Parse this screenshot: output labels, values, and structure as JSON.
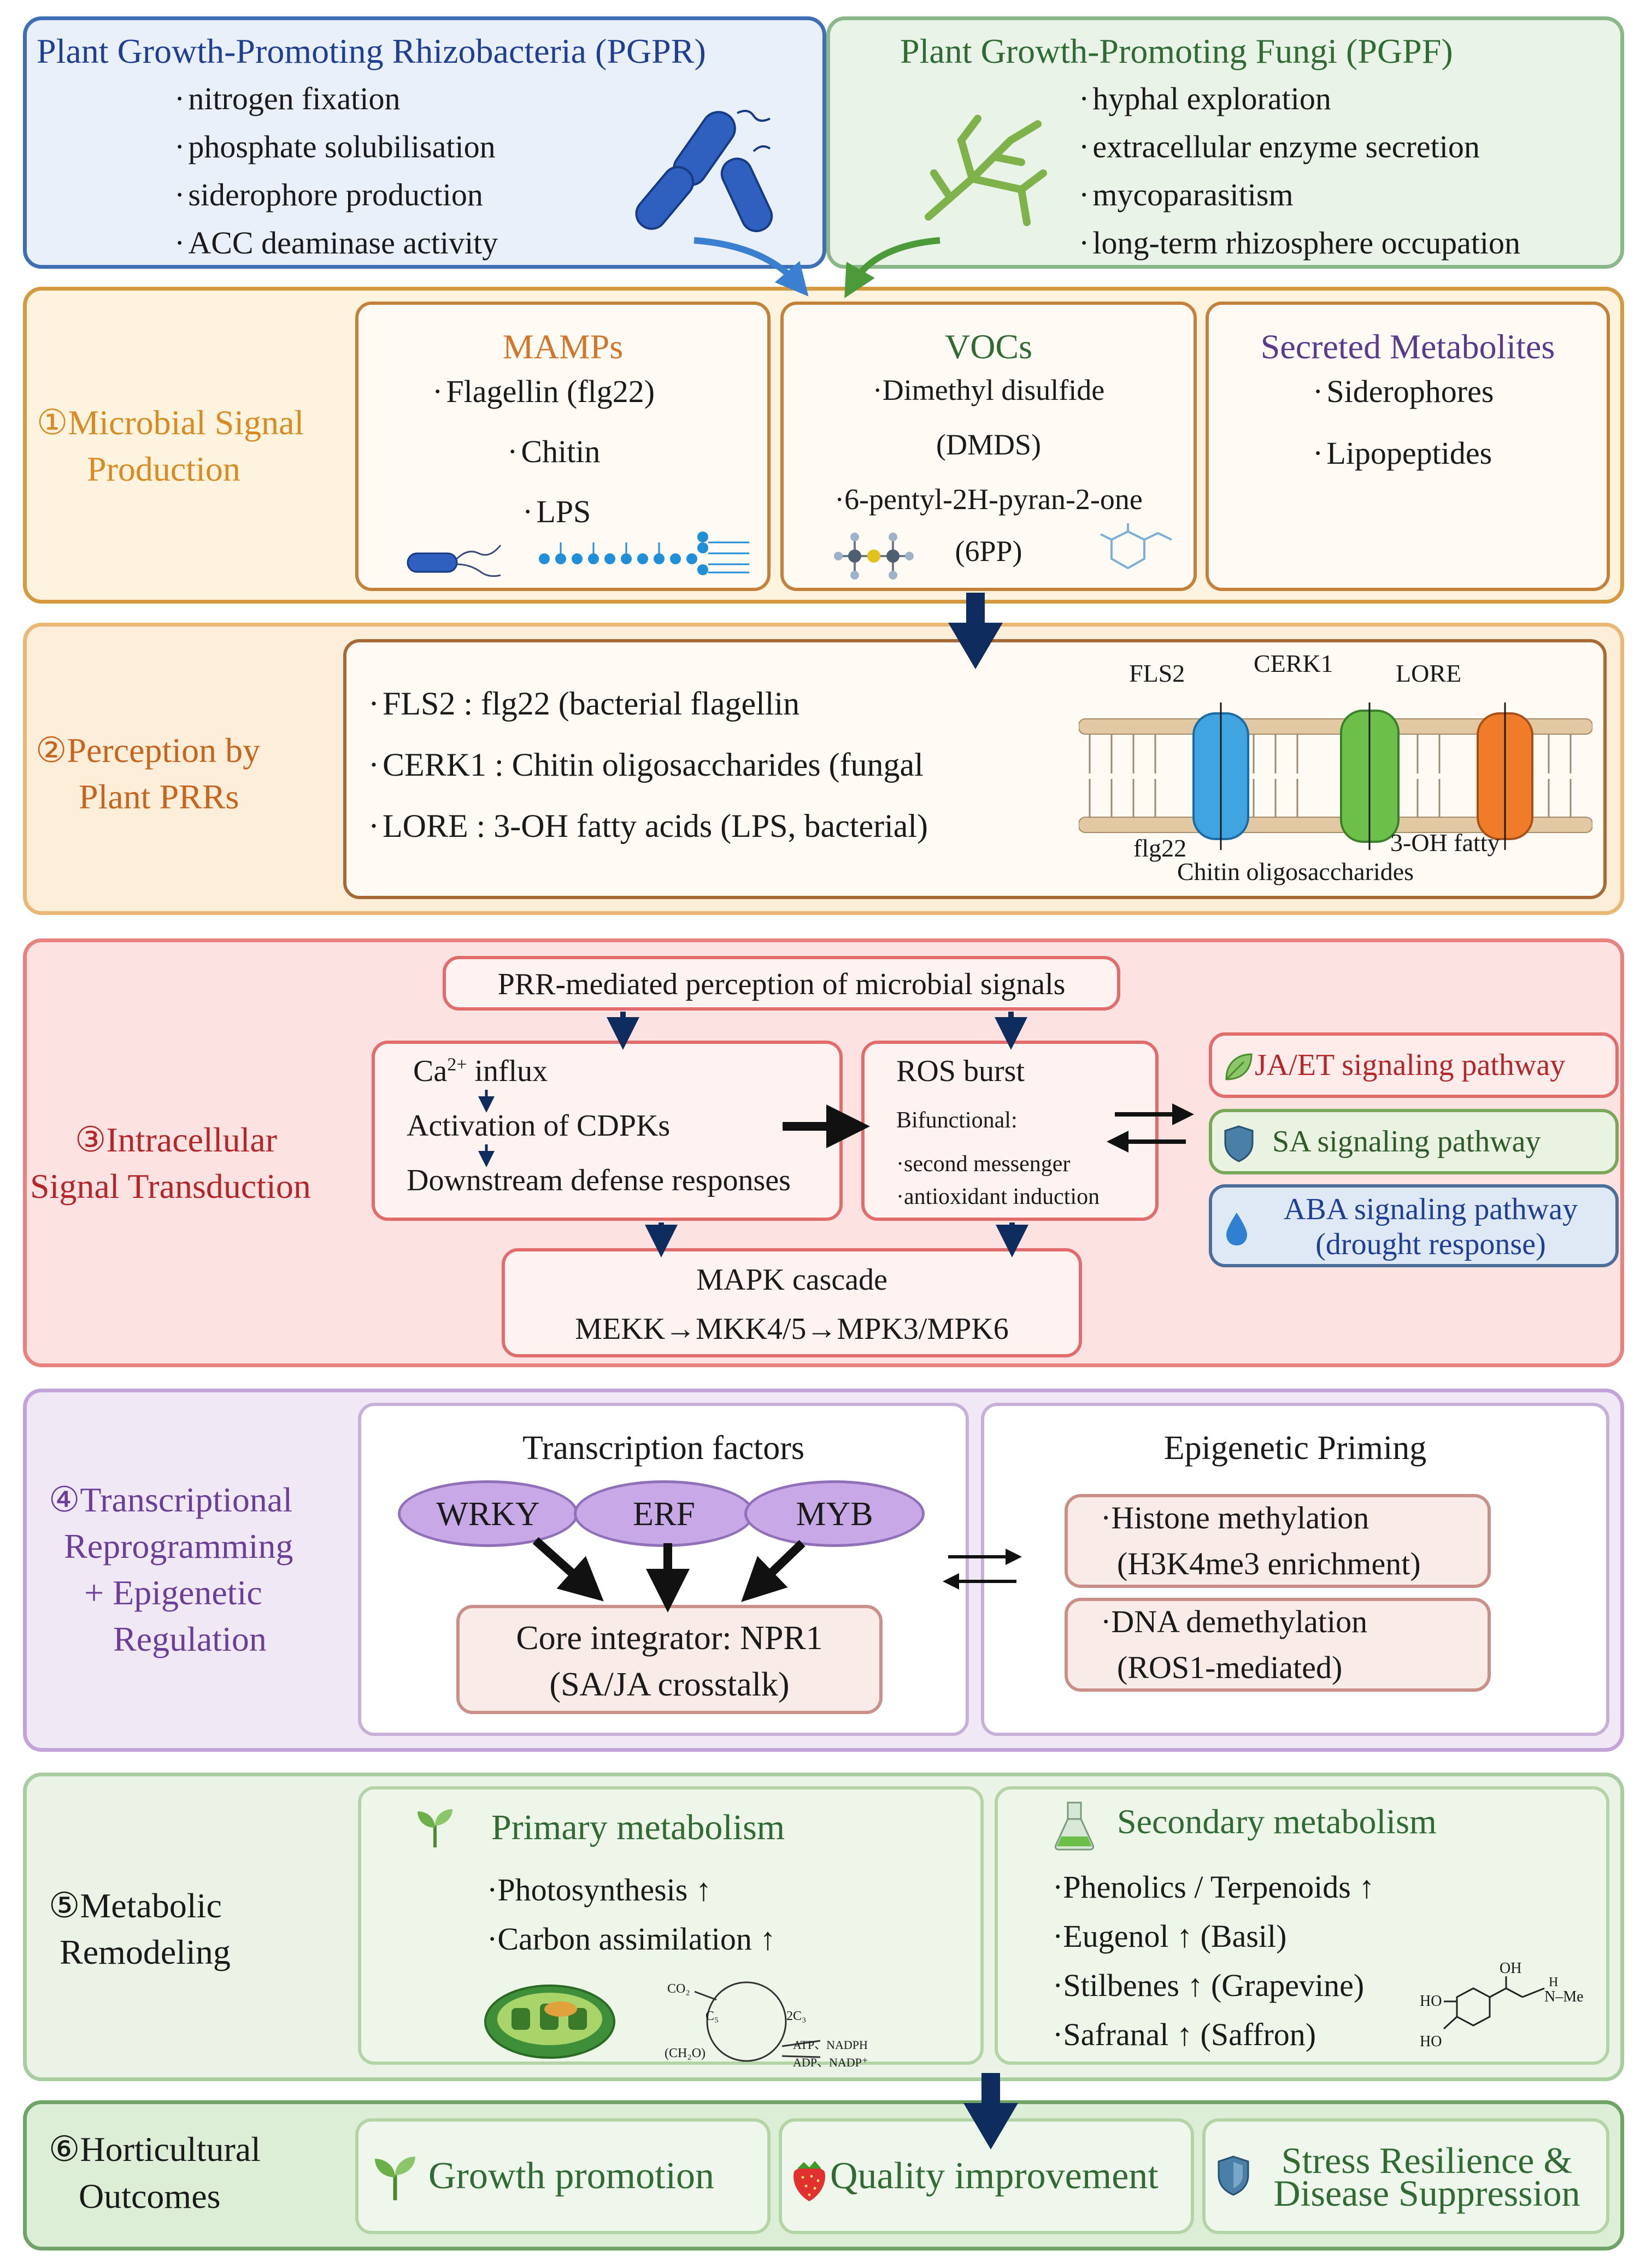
{
  "top": {
    "pgpr": {
      "title": "Plant Growth-Promoting Rhizobacteria (PGPR)",
      "items": [
        "nitrogen fixation",
        "phosphate solubilisation",
        "siderophore production",
        "ACC deaminase activity"
      ]
    },
    "pgpf": {
      "title": "Plant Growth-Promoting Fungi (PGPF)",
      "items": [
        "hyphal exploration",
        "extracellular enzyme secretion",
        "mycoparasitism",
        "long-term rhizosphere occupation"
      ]
    }
  },
  "s1": {
    "title_line1": "①Microbial Signal",
    "title_line2": "Production",
    "mamps": {
      "title": "MAMPs",
      "items": [
        "Flagellin (flg22)",
        "Chitin",
        "LPS"
      ]
    },
    "vocs": {
      "title": "VOCs",
      "l1": "·Dimethyl disulfide",
      "l2": "(DMDS)",
      "l3": "·6-pentyl-2H-pyran-2-one",
      "l4": "(6PP)"
    },
    "sec": {
      "title": "Secreted Metabolites",
      "items": [
        "Siderophores",
        "Lipopeptides"
      ]
    }
  },
  "s2": {
    "title_line1": "②Perception by",
    "title_line2": "Plant PRRs",
    "items": [
      "FLS2 : flg22 (bacterial flagellin",
      "CERK1 : Chitin oligosaccharides (fungal",
      "LORE : 3-OH fatty acids (LPS, bacterial)"
    ],
    "membrane": {
      "fls2": "FLS2",
      "cerk1": "CERK1",
      "lore": "LORE",
      "flg22": "flg22",
      "chitin": "Chitin oligosaccharides",
      "ohfatty": "3-OH fatty"
    }
  },
  "s3": {
    "title_line1": "③Intracellular",
    "title_line2": "Signal Transduction",
    "prr": "PRR-mediated perception of microbial signals",
    "ca": {
      "l1_pre": "Ca",
      "l1_sup": "2+",
      "l1_post": " influx",
      "l2": "Activation of CDPKs",
      "l3": "Downstream defense responses"
    },
    "ros": {
      "l1": "ROS burst",
      "l2": "Bifunctional:",
      "l3": "·second messenger",
      "l4": "·antioxidant induction"
    },
    "mapk": {
      "l1": "MAPK cascade",
      "l2": "MEKK→MKK4/5→MPK3/MPK6"
    },
    "jaet": "JA/ET signaling pathway",
    "sa": "SA signaling pathway",
    "aba_l1": "ABA signaling pathway",
    "aba_l2": "(drought response)"
  },
  "s4": {
    "title_line1": "④Transcriptional",
    "title_line2": "Reprogramming",
    "title_line3": "+ Epigenetic",
    "title_line4": "Regulation",
    "tf_title": "Transcription factors",
    "wrky": "WRKY",
    "erf": "ERF",
    "myb": "MYB",
    "npr_l1": "Core integrator: NPR1",
    "npr_l2": "(SA/JA crosstalk)",
    "epi_title": "Epigenetic Priming",
    "hist_l1": "·Histone methylation",
    "hist_l2": "(H3K4me3 enrichment)",
    "dna_l1": "·DNA demethylation",
    "dna_l2": "(ROS1-mediated)"
  },
  "s5": {
    "title_line1": "⑤Metabolic",
    "title_line2": "Remodeling",
    "prim_title": "Primary metabolism",
    "prim_items": [
      "·Photosynthesis ↑",
      "·Carbon assimilation ↑"
    ],
    "calvin": {
      "co2": "CO₂",
      "c5": "C₅",
      "c3": "2C₃",
      "ch2o": "(CH₂O)",
      "atp": "ATP、NADPH",
      "adp": "ADP、NADP⁺"
    },
    "sec_title": "Secondary metabolism",
    "sec_items": [
      "·Phenolics / Terpenoids ↑",
      "·Eugenol ↑ (Basil)",
      "·Stilbenes ↑ (Grapevine)",
      "·Safranal ↑ (Saffron)"
    ],
    "mol": {
      "oh": "OH",
      "ho1": "HO",
      "ho2": "HO",
      "h": "H",
      "nme": "N–Me"
    }
  },
  "s6": {
    "title_line1": "⑥Horticultural",
    "title_line2": "Outcomes",
    "growth": "Growth promotion",
    "quality": "Quality improvement",
    "stress_l1": "Stress Resilience &",
    "stress_l2": "Disease Suppression"
  },
  "colors": {
    "blue_title": "#1f3f94",
    "green_title": "#2f6b32",
    "orange_title": "#d98b22",
    "red_title": "#b5262a",
    "purple_title": "#6b3f98",
    "navy_arrow": "#0f2c5e"
  }
}
